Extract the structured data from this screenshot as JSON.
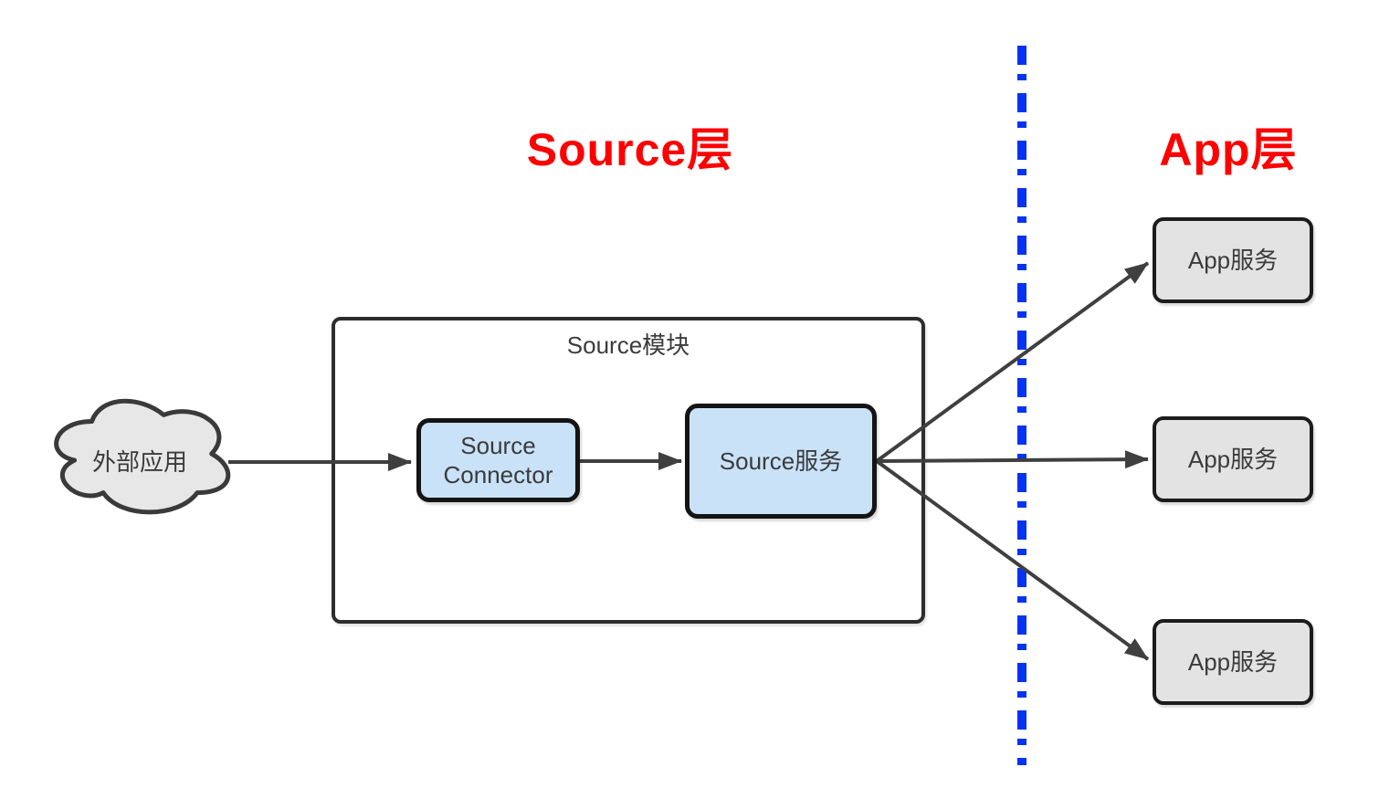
{
  "titles": {
    "source_layer": "Source层",
    "app_layer": "App层"
  },
  "nodes": {
    "external_app": {
      "label": "外部应用",
      "shape": "cloud"
    },
    "source_module": {
      "label": "Source模块",
      "shape": "container"
    },
    "source_connector": {
      "label": "Source Connector",
      "shape": "rounded-rect"
    },
    "source_service": {
      "label": "Source服务",
      "shape": "rounded-rect"
    },
    "app_services": [
      {
        "label": "App服务"
      },
      {
        "label": "App服务"
      },
      {
        "label": "App服务"
      }
    ]
  },
  "edges": [
    {
      "from": "external_app",
      "to": "source_connector",
      "arrow": "filled-triangle"
    },
    {
      "from": "source_connector",
      "to": "source_service",
      "arrow": "filled-triangle"
    },
    {
      "from": "source_service",
      "to": "app_services.0",
      "arrow": "filled-triangle"
    },
    {
      "from": "source_service",
      "to": "app_services.1",
      "arrow": "filled-triangle"
    },
    {
      "from": "source_service",
      "to": "app_services.2",
      "arrow": "filled-triangle"
    }
  ],
  "divider": {
    "style": "dash-dot",
    "orientation": "vertical",
    "color": "#0533f3"
  },
  "colors": {
    "title_red": "#fe0000",
    "divider_blue": "#0533f3",
    "node_blue_fill": "#c9e2f8",
    "node_gray_fill": "#e3e3e3",
    "stroke_dark": "#2d2d2d",
    "arrow_stroke": "#3f3f3f",
    "text": "#3b3b3b"
  }
}
